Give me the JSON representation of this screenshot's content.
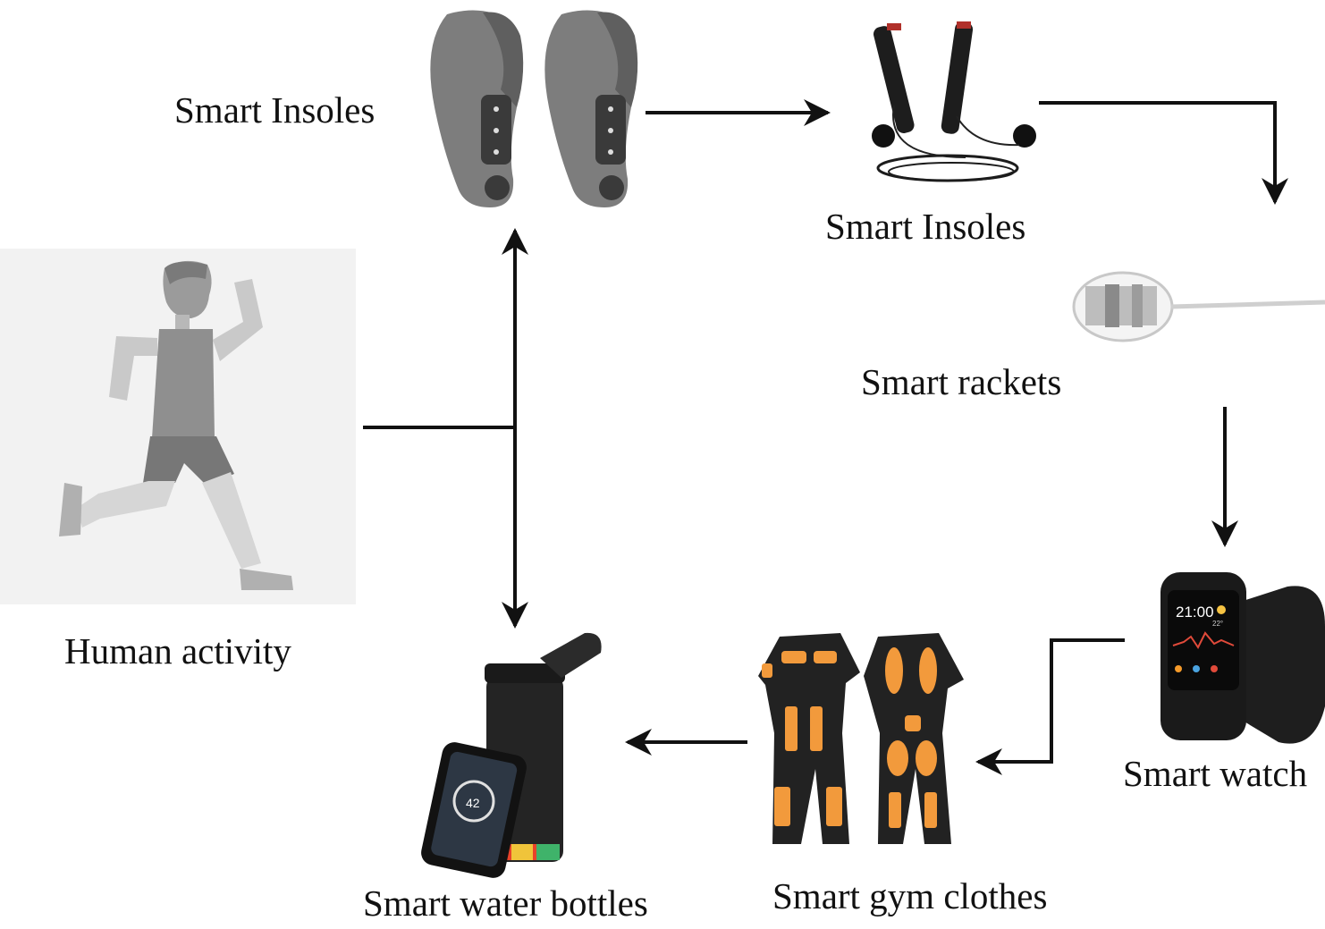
{
  "nodes": {
    "human_activity": {
      "label": "Human activity",
      "icon": "running-person-icon"
    },
    "insoles": {
      "label": "Smart Insoles",
      "icon": "insoles-icon"
    },
    "jump_rope": {
      "label": "Smart Insoles",
      "icon": "jump-rope-icon"
    },
    "racket": {
      "label": "Smart rackets",
      "icon": "racket-icon"
    },
    "watch": {
      "label": "Smart watch",
      "icon": "smartwatch-icon",
      "watch_time": "21:00",
      "watch_temp": "22°"
    },
    "gym_clothes": {
      "label": "Smart gym clothes",
      "icon": "gym-suit-icon"
    },
    "water_bottle": {
      "label": "Smart water bottles",
      "icon": "water-bottle-icon",
      "phone_value": "42"
    }
  },
  "colors": {
    "arrow": "#111111",
    "insole": "#7d7d7d",
    "suit": "#222222",
    "suit_pad": "#f29a3c",
    "figure": "#9a9a9a"
  }
}
